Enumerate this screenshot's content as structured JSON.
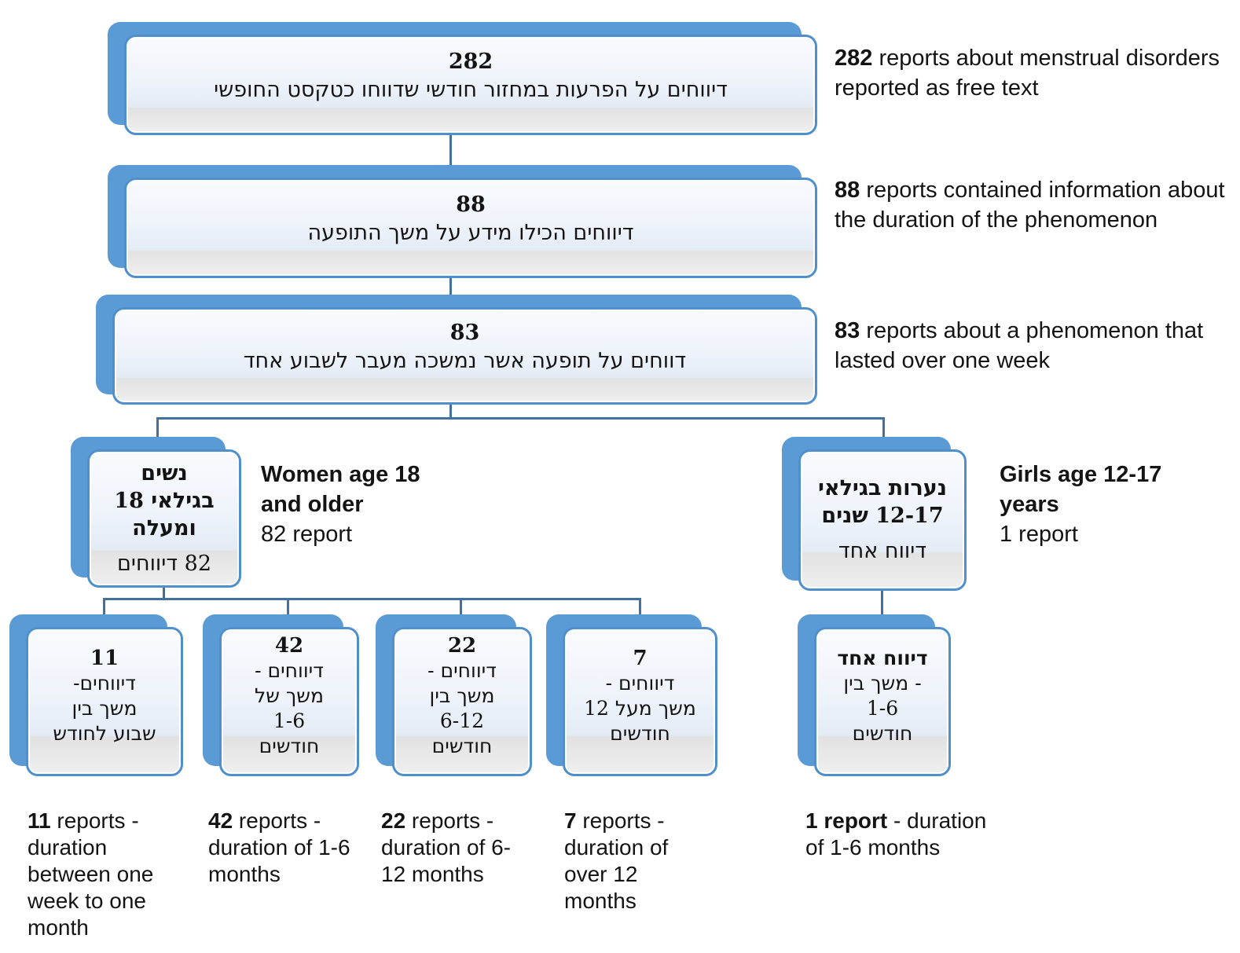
{
  "colors": {
    "accent_blue": "#5b9bd5",
    "border_blue": "#4f8fcb",
    "connector_blue": "#41719c"
  },
  "top_nodes": [
    {
      "number": "282",
      "hebrew": "דיווחים על הפרעות במחזור חודשי שדווחו כטקסט החופשי",
      "caption_bold": "282",
      "caption_rest": " reports about menstrual disorders reported as free text"
    },
    {
      "number": "88",
      "hebrew": "דיווחים הכילו מידע על משך התופעה",
      "caption_bold": "88",
      "caption_rest": " reports contained information about the duration of the phenomenon"
    },
    {
      "number": "83",
      "hebrew": "דווחים על תופעה אשר נמשכה מעבר לשבוע אחד",
      "caption_bold": "83",
      "caption_rest": " reports about a phenomenon that lasted over one week"
    }
  ],
  "branches": [
    {
      "id": "women-18-plus",
      "lines": [
        "נשים",
        "בגילאי 18",
        "ומעלה"
      ],
      "sub": "82 דיווחים",
      "caption_bold": "Women age 18 and older",
      "caption_rest": "82 report"
    },
    {
      "id": "girls-12-17",
      "lines": [
        "נערות בגילאי",
        "12-17 שנים"
      ],
      "sub": "דיווח אחד",
      "caption_bold": "Girls age 12-17 years",
      "caption_rest": "1 report"
    }
  ],
  "leaves": [
    {
      "number": "11",
      "lines": [
        "דיווחים-",
        "משך בין",
        "שבוע לחודש"
      ],
      "caption_bold": "11",
      "caption_rest": " reports - duration between one week to one month"
    },
    {
      "number": "42",
      "lines": [
        "דיווחים -",
        "משך של",
        "1-6",
        "חודשים"
      ],
      "caption_bold": "42",
      "caption_rest": " reports - duration of 1-6 months"
    },
    {
      "number": "22",
      "lines": [
        "דיווחים -",
        "משך בין",
        "6-12",
        "חודשים"
      ],
      "caption_bold": "22",
      "caption_rest": " reports - duration of 6-12 months"
    },
    {
      "number": "7",
      "lines": [
        "דיווחים -",
        "משך מעל 12",
        "חודשים"
      ],
      "caption_bold": "7",
      "caption_rest": " reports - duration of over 12 months"
    },
    {
      "bold_line": "דיווח אחד",
      "lines": [
        "- משך בין",
        "1-6",
        "חודשים"
      ],
      "caption_bold": "1 report",
      "caption_rest": " - duration of 1-6 months"
    }
  ]
}
